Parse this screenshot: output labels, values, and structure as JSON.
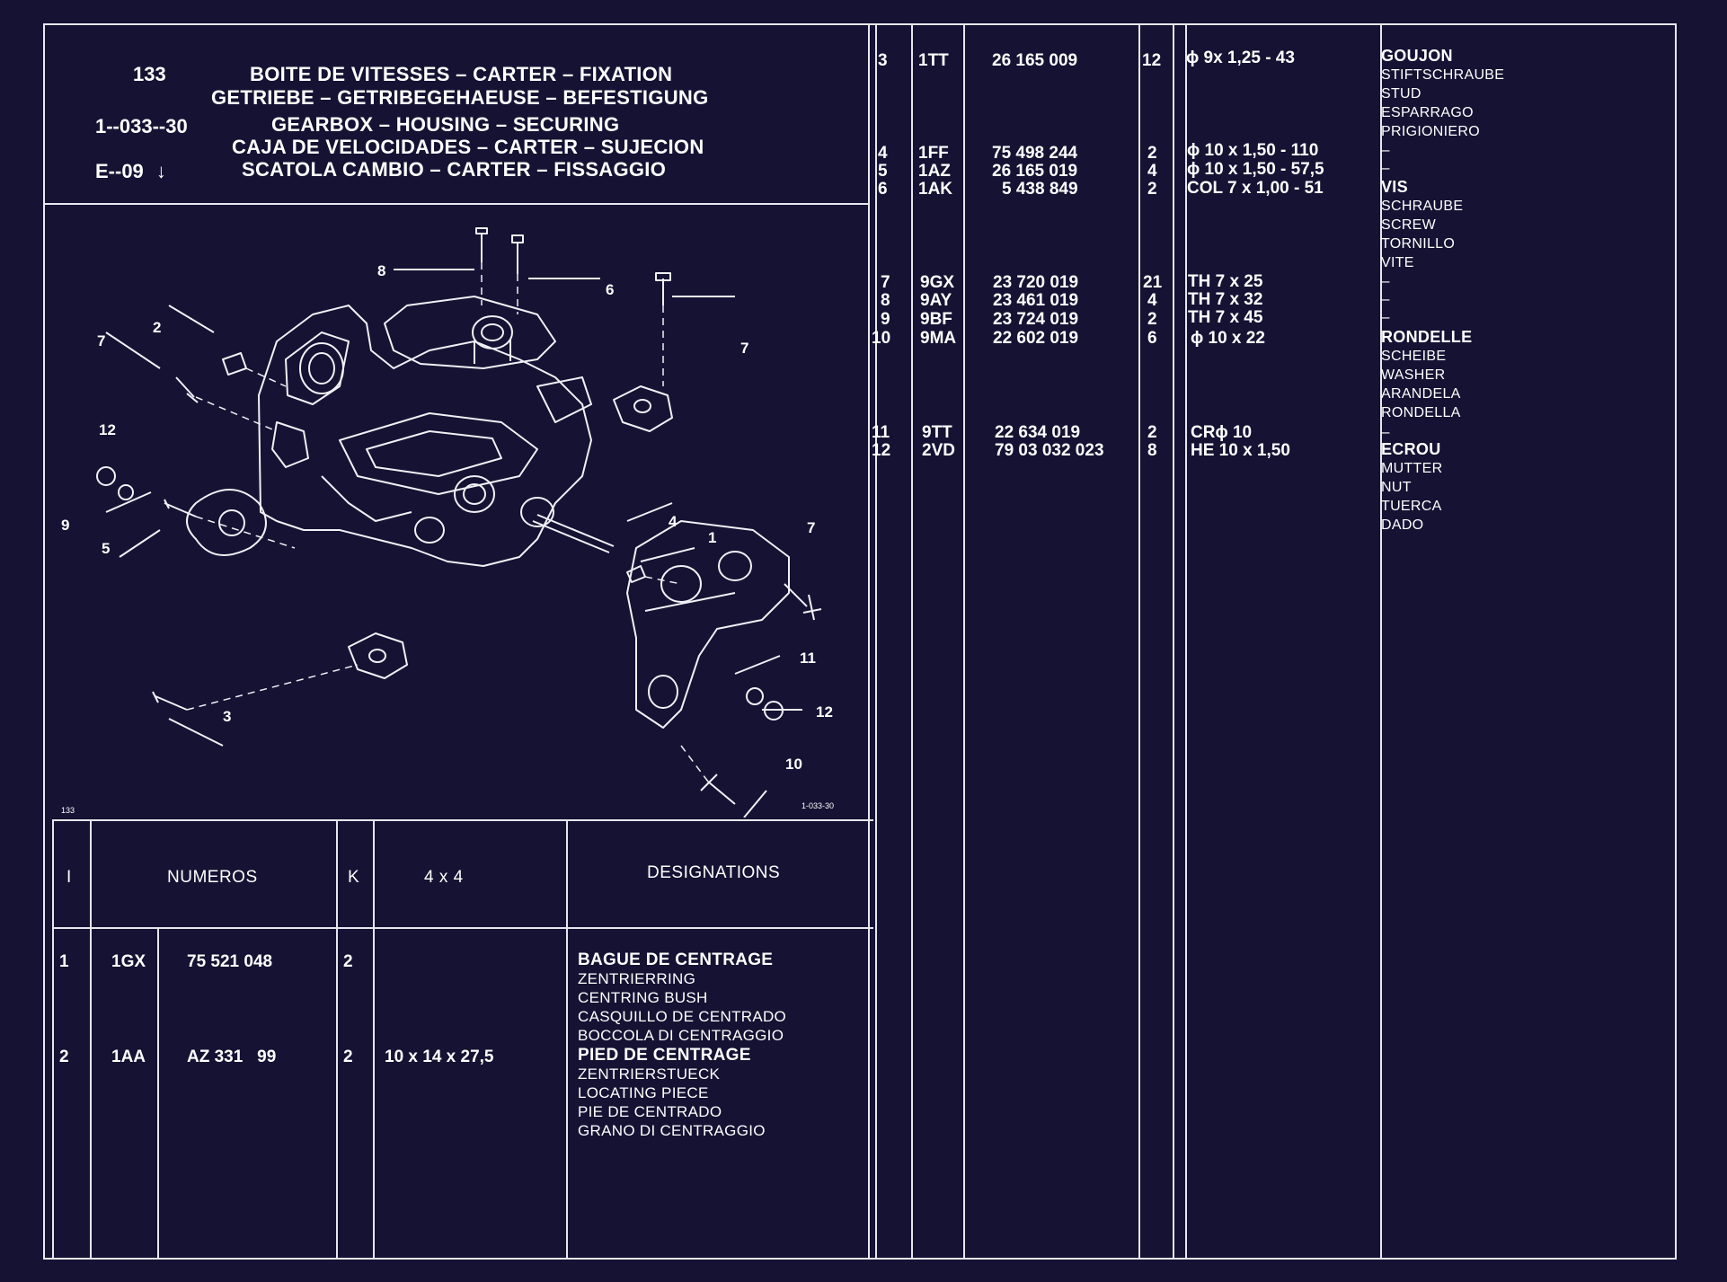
{
  "header": {
    "page_number": "133",
    "ref_code": "1--033--30",
    "section_code": "E--09",
    "arrow": "↓",
    "titles": [
      "BOITE DE VITESSES – CARTER – FIXATION",
      "GETRIEBE – GETRIBEGEHAEUSE – BEFESTIGUNG",
      "GEARBOX – HOUSING – SECURING",
      "CAJA DE VELOCIDADES – CARTER – SUJECION",
      "SCATOLA CAMBIO – CARTER – FISSAGGIO"
    ]
  },
  "diagram": {
    "corner_left": "133",
    "corner_right": "1-033-30",
    "callouts": [
      "1",
      "2",
      "3",
      "4",
      "5",
      "6",
      "7",
      "7",
      "7",
      "8",
      "9",
      "10",
      "11",
      "12",
      "12"
    ]
  },
  "table_header": {
    "col_i": "I",
    "col_numeros": "NUMEROS",
    "col_k": "K",
    "col_4x4": "4 x 4",
    "col_designations": "DESIGNATIONS"
  },
  "left_rows": [
    {
      "i": "1",
      "code": "1GX",
      "number": "75 521 048",
      "k": "2",
      "spec": "",
      "desig": [
        "BAGUE DE CENTRAGE",
        "ZENTRIERRING",
        "CENTRING BUSH",
        "CASQUILLO DE CENTRADO",
        "BOCCOLA DI CENTRAGGIO"
      ]
    },
    {
      "i": "2",
      "code": "1AA",
      "number": "AZ 331   99",
      "k": "2",
      "spec": "10 x 14 x 27,5",
      "desig": [
        "PIED DE CENTRAGE",
        "ZENTRIERSTUECK",
        "LOCATING PIECE",
        "PIE DE CENTRADO",
        "GRANO DI CENTRAGGIO"
      ]
    }
  ],
  "right_rows": [
    {
      "i": "3",
      "code": "1TT",
      "number": "26 165 009",
      "k": "12",
      "spec": "ϕ 9x 1,25 - 43"
    },
    {
      "i": "4",
      "code": "1FF",
      "number": "75 498 244",
      "k": "2",
      "spec": "ϕ 10 x 1,50 - 110"
    },
    {
      "i": "5",
      "code": "1AZ",
      "number": "26 165 019",
      "k": "4",
      "spec": "ϕ 10 x 1,50 - 57,5"
    },
    {
      "i": "6",
      "code": "1AK",
      "number": "5 438 849",
      "k": "2",
      "spec": "COL 7 x 1,00 - 51"
    },
    {
      "i": "7",
      "code": "9GX",
      "number": "23 720 019",
      "k": "21",
      "spec": "TH 7 x 25"
    },
    {
      "i": "8",
      "code": "9AY",
      "number": "23 461 019",
      "k": "4",
      "spec": "TH 7 x 32"
    },
    {
      "i": "9",
      "code": "9BF",
      "number": "23 724 019",
      "k": "2",
      "spec": "TH 7 x 45"
    },
    {
      "i": "10",
      "code": "9MA",
      "number": "22 602 019",
      "k": "6",
      "spec": "ϕ 10 x 22"
    },
    {
      "i": "11",
      "code": "9TT",
      "number": "22 634 019",
      "k": "2",
      "spec": "CRϕ 10"
    },
    {
      "i": "12",
      "code": "2VD",
      "number": "79 03 032 023",
      "k": "8",
      "spec": "HE 10 x 1,50"
    }
  ],
  "right_desigs": [
    {
      "lines": [
        "GOUJON",
        "STIFTSCHRAUBE",
        "STUD",
        "ESPARRAGO",
        "PRIGIONIERO"
      ]
    },
    {
      "lines": [
        "–"
      ]
    },
    {
      "lines": [
        "–"
      ]
    },
    {
      "lines": [
        "VIS",
        "SCHRAUBE",
        "SCREW",
        "TORNILLO",
        "VITE"
      ]
    },
    {
      "lines": [
        "–"
      ]
    },
    {
      "lines": [
        "–"
      ]
    },
    {
      "lines": [
        "–"
      ]
    },
    {
      "lines": [
        "RONDELLE",
        "SCHEIBE",
        "WASHER",
        "ARANDELA",
        "RONDELLA"
      ]
    },
    {
      "lines": [
        "–"
      ]
    },
    {
      "lines": [
        "ECROU",
        "MUTTER",
        "NUT",
        "TUERCA",
        "DADO"
      ]
    }
  ]
}
